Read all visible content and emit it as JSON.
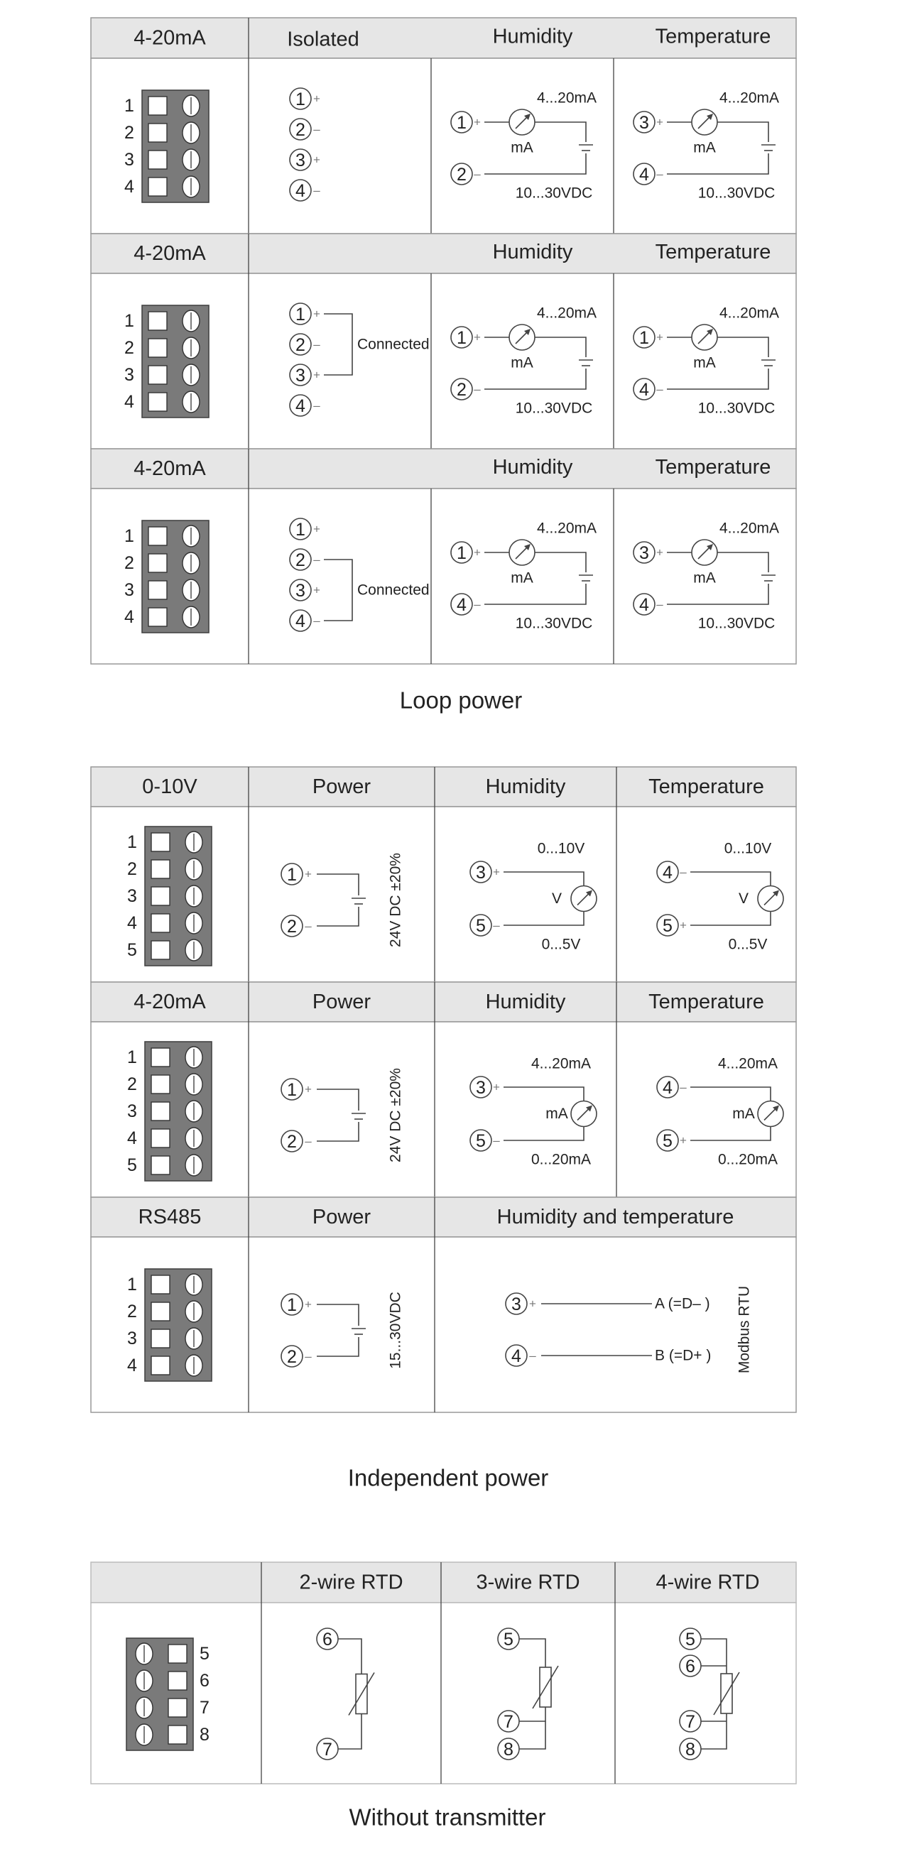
{
  "loop_power": {
    "caption": "Loop power",
    "rows": [
      {
        "mode": "4-20mA",
        "col2": "Isolated",
        "col3": "Humidity",
        "col4": "Temperature",
        "connected_label": "",
        "hum": {
          "top": "1",
          "bottom": "2",
          "signal": "4...20mA",
          "meter": "mA",
          "supply": "10...30VDC"
        },
        "temp": {
          "top": "3",
          "bottom": "4",
          "signal": "4...20mA",
          "meter": "mA",
          "supply": "10...30VDC"
        }
      },
      {
        "mode": "4-20mA",
        "col2": "",
        "col3": "Humidity",
        "col4": "Temperature",
        "connected_label": "Connected",
        "hum": {
          "top": "1",
          "bottom": "2",
          "signal": "4...20mA",
          "meter": "mA",
          "supply": "10...30VDC"
        },
        "temp": {
          "top": "1",
          "bottom": "4",
          "signal": "4...20mA",
          "meter": "mA",
          "supply": "10...30VDC"
        }
      },
      {
        "mode": "4-20mA",
        "col2": "",
        "col3": "Humidity",
        "col4": "Temperature",
        "connected_label": "Connected",
        "hum": {
          "top": "1",
          "bottom": "4",
          "signal": "4...20mA",
          "meter": "mA",
          "supply": "10...30VDC"
        },
        "temp": {
          "top": "3",
          "bottom": "4",
          "signal": "4...20mA",
          "meter": "mA",
          "supply": "10...30VDC"
        }
      }
    ]
  },
  "independent_power": {
    "caption": "Independent power",
    "rows": [
      {
        "mode": "0-10V",
        "col2": "Power",
        "col3": "Humidity",
        "col4": "Temperature",
        "supply": "24V DC ±20%",
        "hum": {
          "top": "3",
          "top_sign": "+",
          "bottom": "5",
          "meter": "V",
          "upper": "0...10V",
          "lower": "0...5V"
        },
        "temp": {
          "top": "4",
          "top_sign": "–",
          "bottom": "5",
          "meter": "V",
          "upper": "0...10V",
          "lower": "0...5V"
        }
      },
      {
        "mode": "4-20mA",
        "col2": "Power",
        "col3": "Humidity",
        "col4": "Temperature",
        "supply": "24V DC ±20%",
        "hum": {
          "top": "3",
          "top_sign": "+",
          "bottom": "5",
          "meter": "mA",
          "upper": "4...20mA",
          "lower": "0...20mA"
        },
        "temp": {
          "top": "4",
          "top_sign": "–",
          "bottom": "5",
          "meter": "mA",
          "upper": "4...20mA",
          "lower": "0...20mA"
        }
      },
      {
        "mode": "RS485",
        "col2": "Power",
        "col34": "Humidity and temperature",
        "supply": "15...30VDC",
        "line_a": "A (=D– )",
        "line_b": "B (=D+ )",
        "protocol": "Modbus RTU"
      }
    ]
  },
  "without_transmitter": {
    "caption": "Without transmitter",
    "headers": [
      "2-wire RTD",
      "3-wire RTD",
      "4-wire RTD"
    ],
    "terminals": [
      "5",
      "6",
      "7",
      "8"
    ],
    "two_wire": [
      "6",
      "7"
    ],
    "three_wire": [
      "5",
      "7",
      "8"
    ],
    "four_wire": [
      "5",
      "6",
      "7",
      "8"
    ]
  }
}
